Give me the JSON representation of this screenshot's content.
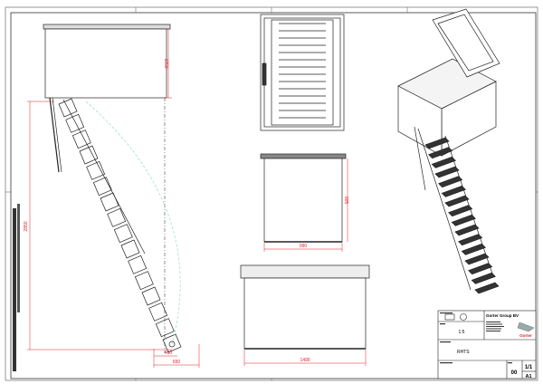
{
  "drawing": {
    "dimensions": {
      "side_box_height": "1050",
      "side_total_height": "2850",
      "side_foot_offset_inner": "400",
      "side_foot_offset_outer": "650",
      "front_box_width": "990",
      "front_box_height": "905",
      "bottom_box_width": "1490"
    }
  },
  "title_block": {
    "company": "Gorter Group BV",
    "logo_text": "Gorter",
    "scale": "1:5",
    "designation": "RHTS",
    "revision": "00",
    "sheet": "1/1",
    "format": "A1"
  },
  "colors": {
    "line": "#222222",
    "dimension": "#e0202a",
    "arc": "#7fd8c8",
    "logo": "#d8262c"
  }
}
